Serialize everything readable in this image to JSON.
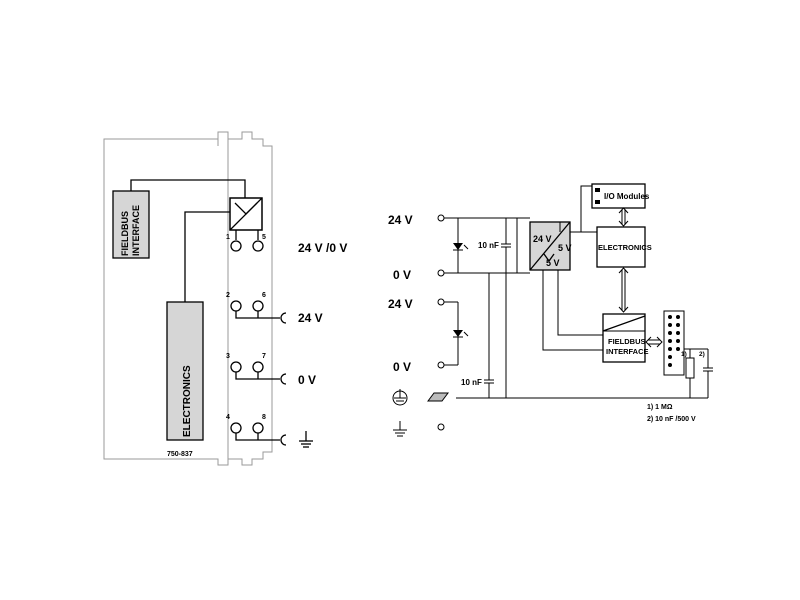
{
  "left_module": {
    "fieldbus_label_1": "FIELDBUS",
    "fieldbus_label_2": "INTERFACE",
    "electronics_label": "ELECTRONICS",
    "part_number": "750-837",
    "terminal_numbers": [
      "1",
      "2",
      "3",
      "4",
      "5",
      "6",
      "7",
      "8"
    ],
    "supply_label_top": "24 V /0 V",
    "row2_label": "24 V",
    "row3_label": "0 V"
  },
  "right_schematic": {
    "input_24v_top": "24 V",
    "input_0v_top": "0 V",
    "input_24v_bottom": "24 V",
    "input_0v_bottom": "0 V",
    "cap_label_1": "10 nF",
    "cap_label_2": "10 nF",
    "converter_in": "24 V",
    "converter_out_1": "5 V",
    "converter_out_2": "5 V",
    "io_modules": "I/O Modules",
    "electronics": "ELECTRONICS",
    "fieldbus_1": "FIELDBUS",
    "fieldbus_2": "INTERFACE",
    "mark_1": "1)",
    "mark_2": "2)",
    "note_1": "1) 1 MΩ",
    "note_2": "2) 10 nF /500 V"
  }
}
